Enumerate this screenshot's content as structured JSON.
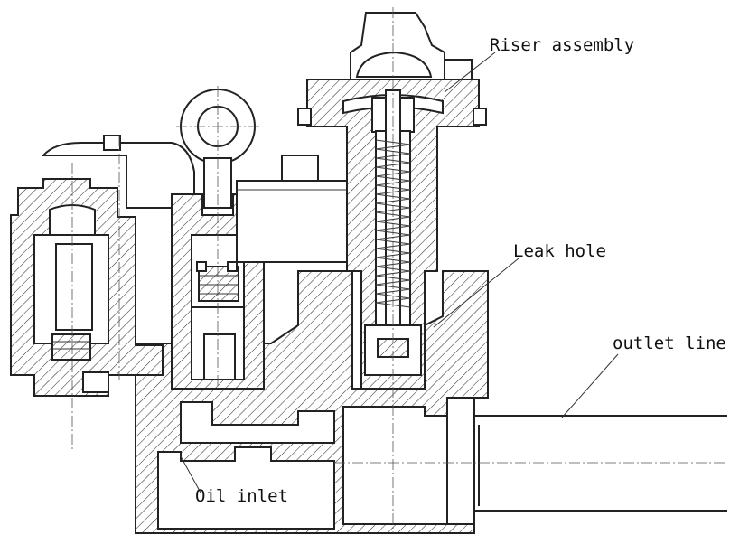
{
  "labels": {
    "riser": "Riser assembly",
    "leak": "Leak hole",
    "outlet": "outlet line",
    "inlet": "Oil inlet"
  },
  "colors": {
    "line": "#222222",
    "background": "#ffffff"
  }
}
